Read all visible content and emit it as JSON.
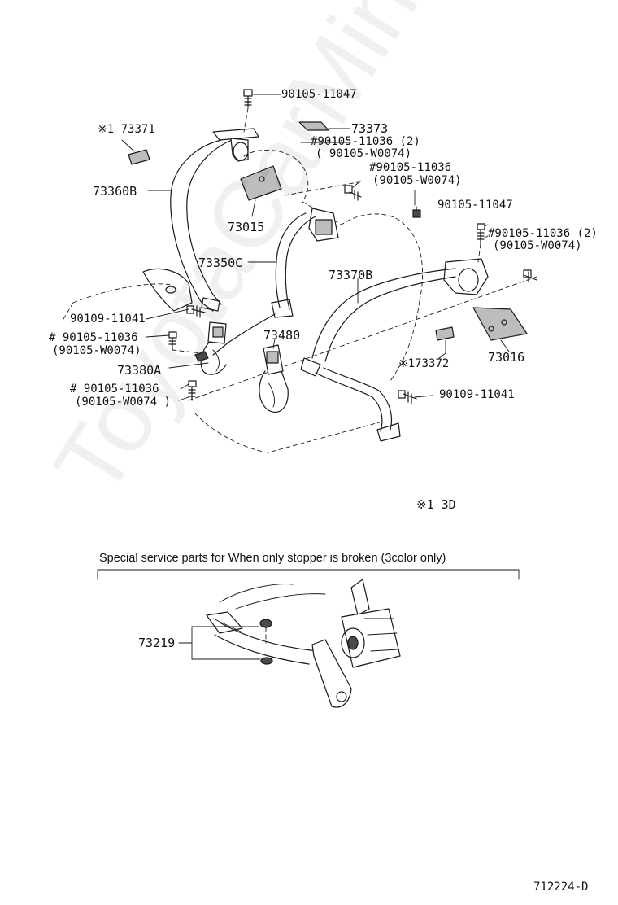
{
  "watermark": "ToyotaCarMine.ru",
  "labels": {
    "bolt_top": "90105-11047",
    "p173371": "※1 73371",
    "p73373": "73373",
    "bolt_2_a": "#90105-11036 (2)",
    "bolt_2_a_alt": "( 90105-W0074)",
    "bolt_mid": "#90105-11036",
    "bolt_mid_alt": "(90105-W0074)",
    "p73360b": "73360B",
    "p73015": "73015",
    "bolt_right_top": "90105-11047",
    "bolt_right_2": "#90105-11036 (2)",
    "bolt_right_2_alt": "(90105-W0074)",
    "p73350c": "73350C",
    "p73370b": "73370B",
    "bolt_left_1": "90109-11041",
    "bolt_left_2": "# 90105-11036",
    "bolt_left_2_alt": "(90105-W0074)",
    "p73480": "73480",
    "p173372": "※173372",
    "p73016": "73016",
    "p73380a": "73380A",
    "bolt_left_3": "# 90105-11036",
    "bolt_left_3_alt": "(90105-W0074 )",
    "bolt_right_low": "90109-11041",
    "note_3d": "※1  3D",
    "special_note": "Special service parts for When only stopper is broken (3color only)",
    "p73219": "73219",
    "figure_code": "712224-D"
  }
}
